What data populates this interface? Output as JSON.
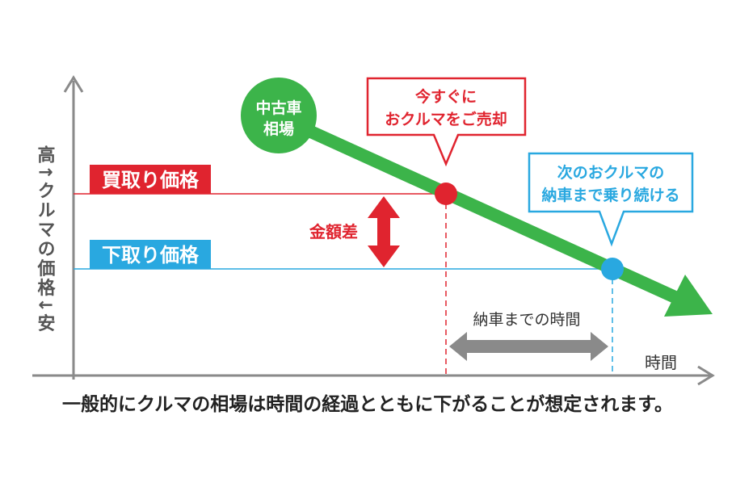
{
  "diagram": {
    "y_axis_label": "高↑クルマの価格↓安",
    "x_axis_label": "時間",
    "trend_label_line1": "中古車",
    "trend_label_line2": "相場",
    "buy_price_label": "買取り価格",
    "trade_in_price_label": "下取り価格",
    "difference_label": "金額差",
    "sell_now_line1": "今すぐに",
    "sell_now_line2": "おクルマをご売却",
    "keep_driving_line1": "次のおクルマの",
    "keep_driving_line2": "納車まで乗り続ける",
    "delivery_wait_label": "納車までの時間",
    "caption": "一般的にクルマの相場は時間の経過とともに下がることが想定されます。"
  },
  "colors": {
    "green": "#3cb44a",
    "red": "#e0242f",
    "blue": "#29a8e0",
    "gray": "#8a8a8a"
  }
}
